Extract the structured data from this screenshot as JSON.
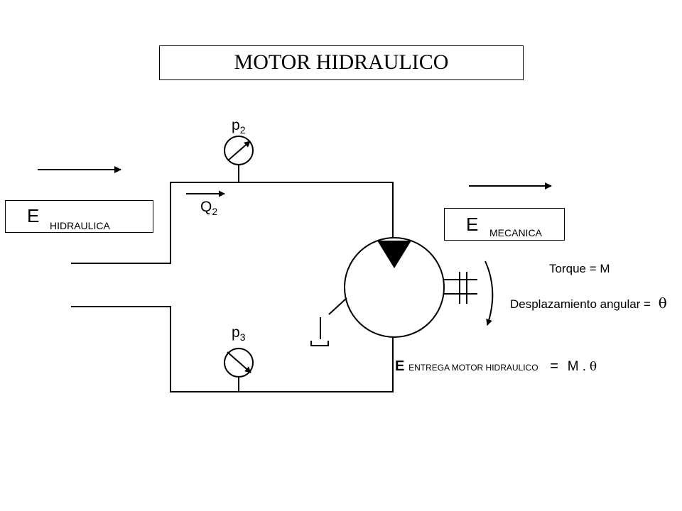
{
  "title": "MOTOR HIDRAULICO",
  "e_hidraulica": {
    "e": "E",
    "label": "HIDRAULICA"
  },
  "e_mecanica": {
    "e": "E",
    "label": "MECANICA"
  },
  "gauge_top": {
    "p": "p",
    "sub": "2"
  },
  "gauge_bottom": {
    "p": "p",
    "sub": "3"
  },
  "flow": {
    "q": "Q",
    "sub": "2"
  },
  "torque": "Torque = M",
  "desplazamiento": {
    "text": "Desplazamiento angular  =",
    "symbol": "θ"
  },
  "entrega": {
    "e": "E",
    "label": "ENTREGA   MOTOR  HIDRAULICO",
    "eq": "=",
    "formula": "M .",
    "symbol": "θ"
  }
}
